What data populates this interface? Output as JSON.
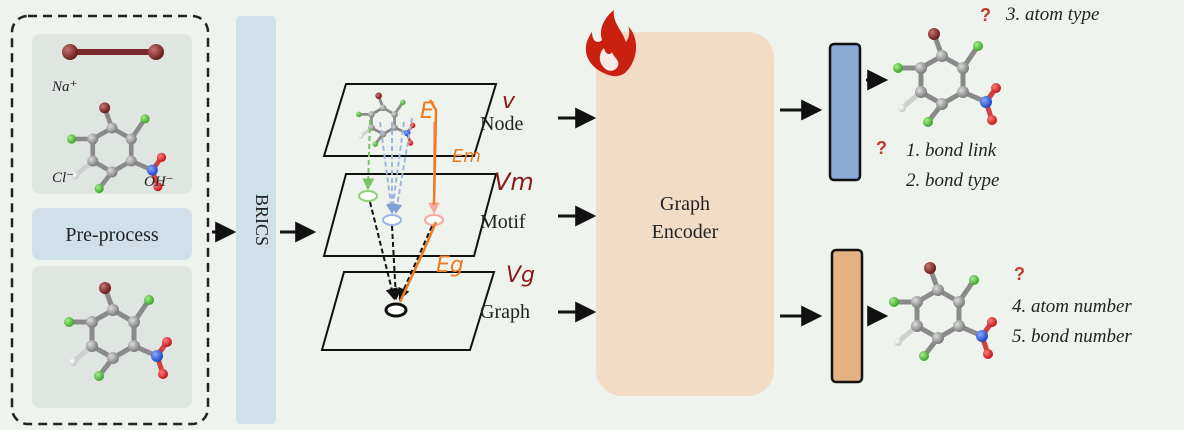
{
  "preprocess": {
    "ions": {
      "sodium": "Na⁺",
      "chloride": "Cl⁻",
      "hydroxide": "OH⁻"
    },
    "button_label": "Pre-process"
  },
  "brics": {
    "label": "BRICS"
  },
  "levels": {
    "node": "Node",
    "motif": "Motif",
    "graph": "Graph"
  },
  "encoder": {
    "line1": "Graph",
    "line2": "Encoder"
  },
  "tasks": {
    "question_mark": "?",
    "top": [
      "3. atom type"
    ],
    "mid": [
      "1. bond link",
      "2. bond type"
    ],
    "bottom": [
      "4. atom number",
      "5. bond number"
    ]
  },
  "annotations": {
    "e": "E",
    "em": "Em",
    "eg": "Eg",
    "v": "v",
    "vm": "Vm",
    "vg": "Vg"
  },
  "colors": {
    "panel_bg": "#dfe5e0",
    "brics_bar": "#cfe0e8",
    "preprocess_btn": "#cfe0e8",
    "encoder": "#f3dcc6",
    "embed_blue": "#89a8d3",
    "embed_orange": "#e6b183",
    "annotation_orange": "#f07a1e",
    "annotation_red": "#8b1a1a",
    "question_red": "#c0392b"
  }
}
